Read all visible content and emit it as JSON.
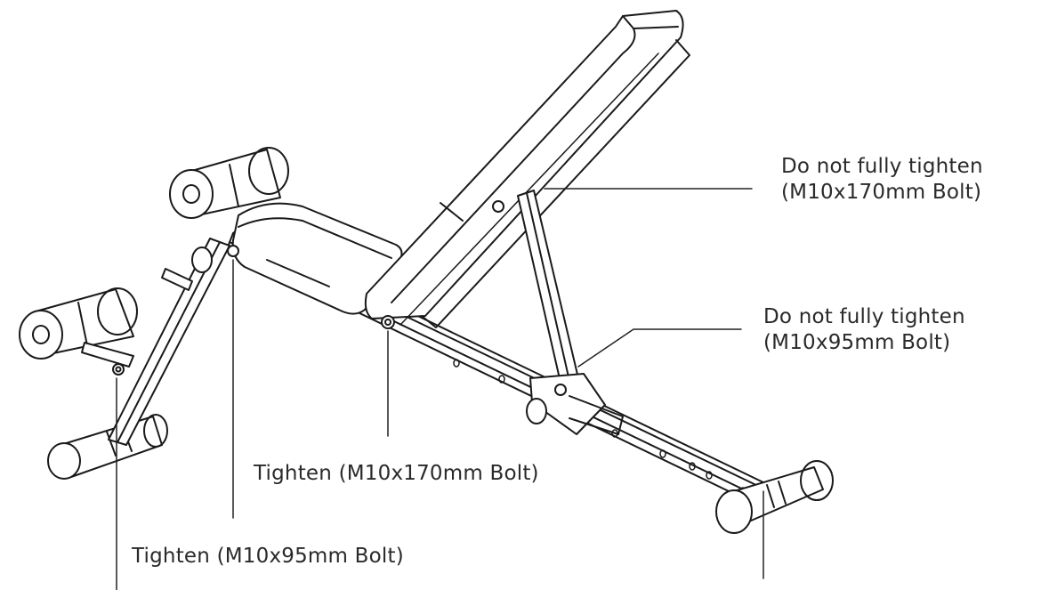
{
  "labels": {
    "backrest_pivot_note": {
      "line1": "Do not fully tighten",
      "line2": "(M10x170mm Bolt)"
    },
    "support_strut_note": {
      "line1": "Do not fully tighten",
      "line2": "(M10x95mm Bolt)"
    },
    "seat_bolt_note": "Tighten (M10x170mm Bolt)",
    "leg_bolt_note": "Tighten (M10x95mm Bolt)"
  },
  "colors": {
    "line": "#1a1a1a",
    "text": "#2a2a2a",
    "background": "#ffffff"
  }
}
